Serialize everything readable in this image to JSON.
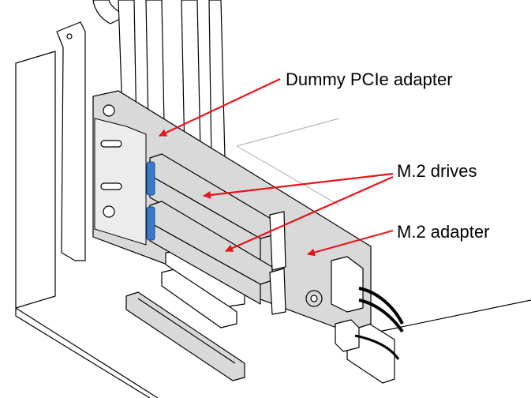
{
  "labels": {
    "dummy_pcie_adapter": "Dummy PCIe adapter",
    "m2_drives": "M.2 drives",
    "m2_adapter": "M.2 adapter"
  },
  "colors": {
    "callout_arrow": "#e8151b",
    "component_fill": "#d9d9d9",
    "latch": "#3a78c8"
  }
}
